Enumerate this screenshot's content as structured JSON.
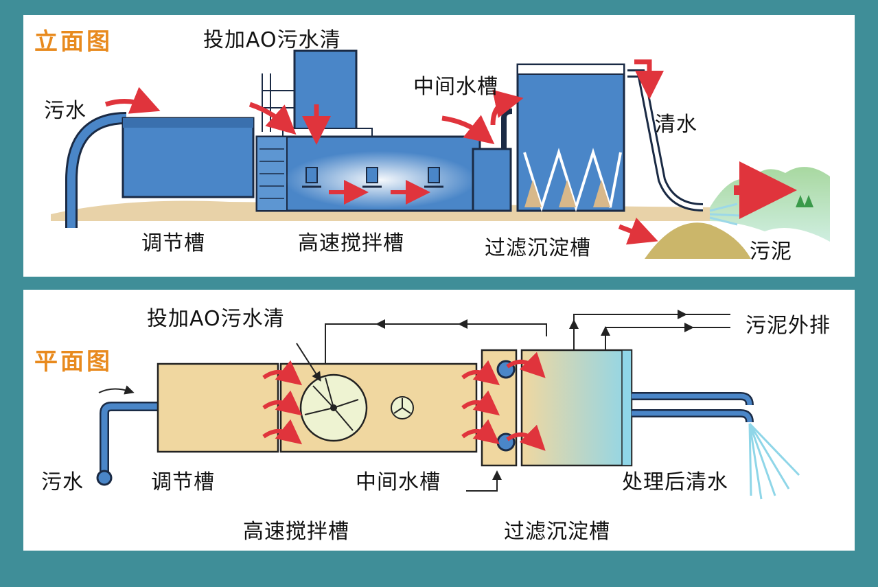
{
  "elevation": {
    "title": "立面图",
    "labels": {
      "add_ao": "投加AO污水清",
      "sewage": "污水",
      "middle_tank": "中间水槽",
      "clear_water": "清水",
      "regulating_tank": "调节槽",
      "mixing_tank": "高速搅拌槽",
      "settling_tank": "过滤沉淀槽",
      "sludge": "污泥"
    }
  },
  "plan": {
    "title": "平面图",
    "labels": {
      "add_ao": "投加AO污水清",
      "sludge_out": "污泥外排",
      "sewage": "污水",
      "regulating_tank": "调节槽",
      "middle_tank": "中间水槽",
      "treated_water": "处理后清水",
      "mixing_tank": "高速搅拌槽",
      "settling_tank": "过滤沉淀槽"
    }
  },
  "colors": {
    "background": "#3f8e98",
    "panel": "#ffffff",
    "tank_blue": "#4a86c8",
    "tank_outline": "#1a2a44",
    "sand": "#e8d2a8",
    "arrow_red": "#e0343c",
    "title_orange": "#e88a1e",
    "plan_tank": "#f0d7a0"
  }
}
